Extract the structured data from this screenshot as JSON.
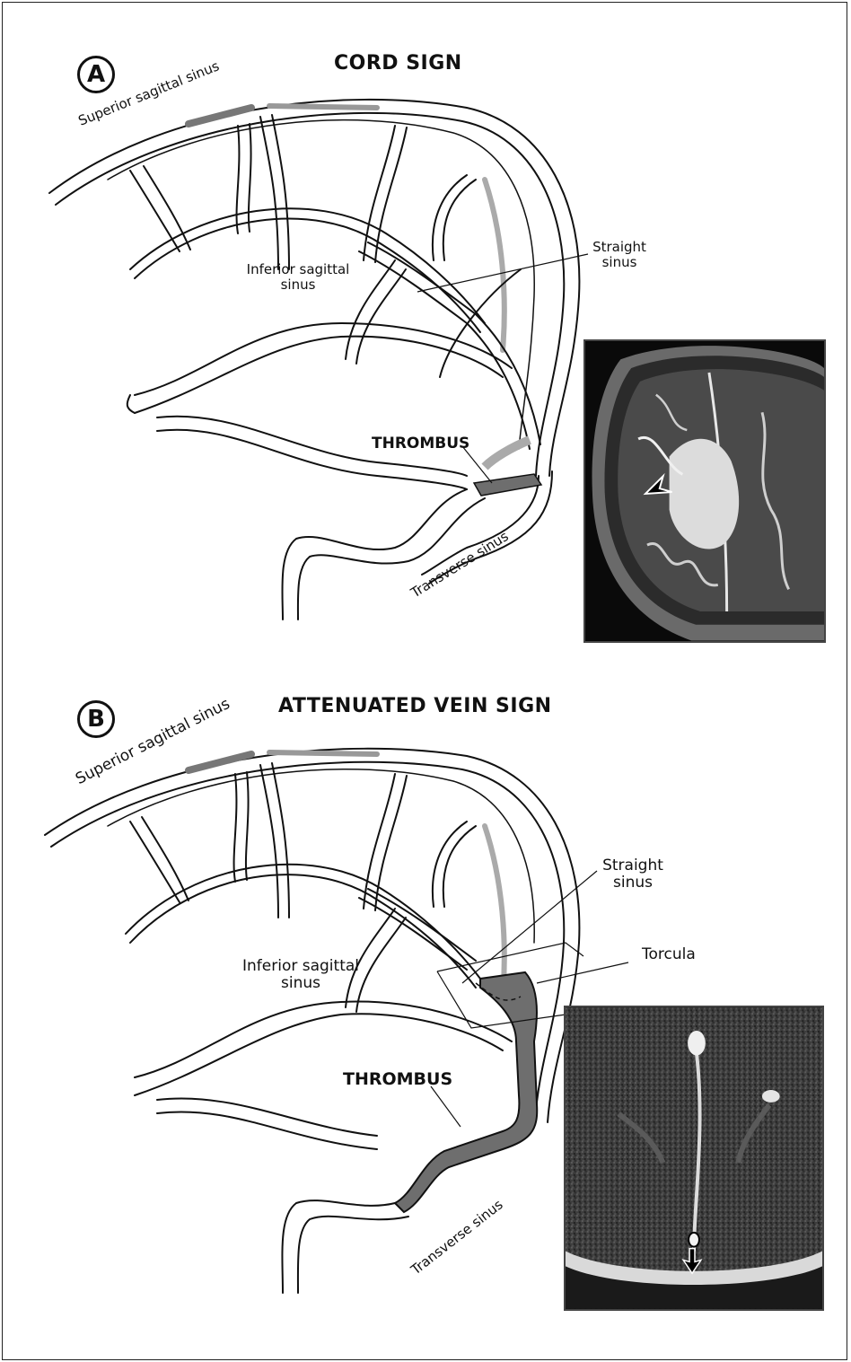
{
  "panel_a": {
    "letter": "A",
    "title": "CORD SIGN",
    "labels": {
      "superior_sagittal_sinus": "Superior sagittal sinus",
      "inferior_sagittal_sinus_1": "Inferior sagittal",
      "inferior_sagittal_sinus_2": "sinus",
      "straight_sinus_1": "Straight",
      "straight_sinus_2": "sinus",
      "thrombus": "THROMBUS",
      "transverse_sinus": "Transverse sinus"
    }
  },
  "panel_b": {
    "letter": "B",
    "title": "ATTENUATED VEIN SIGN",
    "labels": {
      "superior_sagittal_sinus": "Superior sagittal sinus",
      "inferior_sagittal_sinus_1": "Inferior sagittal",
      "inferior_sagittal_sinus_2": "sinus",
      "straight_sinus_1": "Straight",
      "straight_sinus_2": "sinus",
      "torcula": "Torcula",
      "thrombus": "THROMBUS",
      "transverse_sinus": "Transverse sinus"
    }
  },
  "colors": {
    "ink": "#111111",
    "thrombus_fill": "#6e6e6e"
  }
}
